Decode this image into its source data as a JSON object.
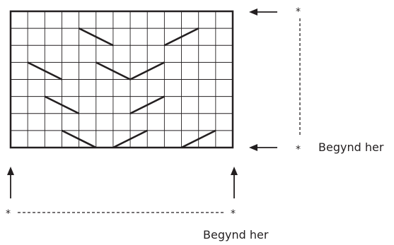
{
  "chart": {
    "columns": 13,
    "rows": 8,
    "grid_color": "#231f20",
    "symbols": [
      {
        "kind": "slash-down",
        "row": 1,
        "from_col": 4,
        "to_col": 6
      },
      {
        "kind": "slash-up",
        "row": 1,
        "from_col": 9,
        "to_col": 11
      },
      {
        "kind": "slash-down",
        "row": 3,
        "from_col": 1,
        "to_col": 3
      },
      {
        "kind": "slash-down",
        "row": 3,
        "from_col": 5,
        "to_col": 7
      },
      {
        "kind": "slash-up",
        "row": 3,
        "from_col": 7,
        "to_col": 9
      },
      {
        "kind": "slash-down",
        "row": 5,
        "from_col": 2,
        "to_col": 4
      },
      {
        "kind": "slash-up",
        "row": 5,
        "from_col": 7,
        "to_col": 9
      },
      {
        "kind": "slash-down",
        "row": 7,
        "from_col": 3,
        "to_col": 5
      },
      {
        "kind": "slash-up",
        "row": 7,
        "from_col": 6,
        "to_col": 8
      },
      {
        "kind": "slash-up",
        "row": 7,
        "from_col": 10,
        "to_col": 12
      }
    ]
  },
  "labels": {
    "start_row": "Begynd her",
    "start_stitch": "Begynd her",
    "repeat_marker": "*"
  }
}
